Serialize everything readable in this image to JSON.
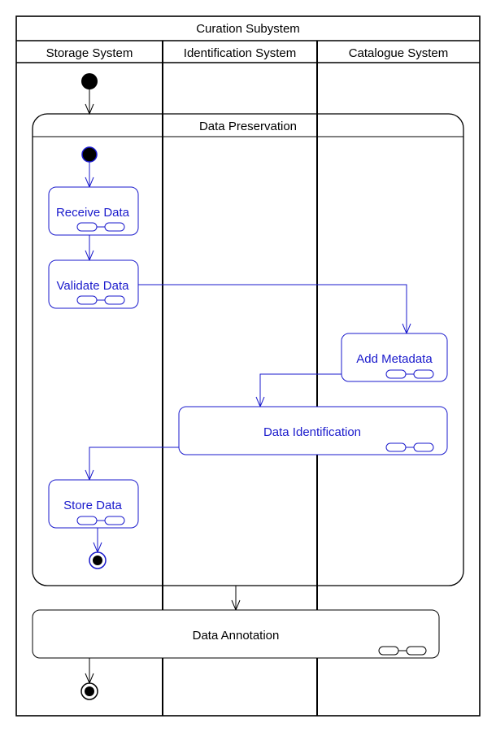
{
  "diagram": {
    "title": "Curation Subystem",
    "swimlanes": [
      {
        "label": "Storage System"
      },
      {
        "label": "Identification System"
      },
      {
        "label": "Catalogue System"
      }
    ],
    "regions": {
      "data_preservation": "Data Preservation"
    },
    "actions": {
      "receive_data": "Receive Data",
      "validate_data": "Validate Data",
      "add_metadata": "Add Metadata",
      "data_identification": "Data Identification",
      "store_data": "Store Data",
      "data_annotation": "Data Annotation"
    },
    "colors": {
      "lines": "#000000",
      "inner_flow": "#1a1acc",
      "background": "#ffffff"
    }
  }
}
